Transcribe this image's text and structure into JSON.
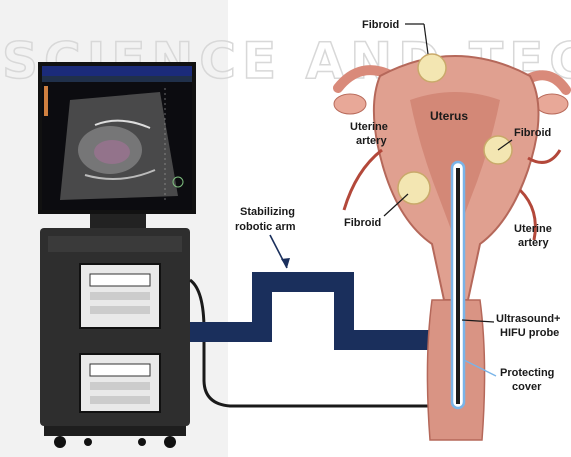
{
  "watermark": {
    "text": "SCIENCE AND TECHN"
  },
  "labels": {
    "stabilizing_line1": "Stabilizing",
    "stabilizing_line2": "robotic arm",
    "fibroid_top": "Fibroid",
    "uterus": "Uterus",
    "uterine_artery_left_line1": "Uterine",
    "uterine_artery_left_line2": "artery",
    "fibroid_right": "Fibroid",
    "fibroid_left": "Fibroid",
    "uterine_artery_right_line1": "Uterine",
    "uterine_artery_right_line2": "artery",
    "probe_line1": "Ultrasound+",
    "probe_line2": "HIFU probe",
    "cover_line1": "Protecting",
    "cover_line2": "cover"
  },
  "colors": {
    "arm": "#1a2f5c",
    "machine_body": "#2e2e2e",
    "uterus_tissue": "#e0a090",
    "fibroid": "#f3e6b2",
    "cover_line": "#7ab4e8",
    "screen_bg": "#0c0c10"
  }
}
